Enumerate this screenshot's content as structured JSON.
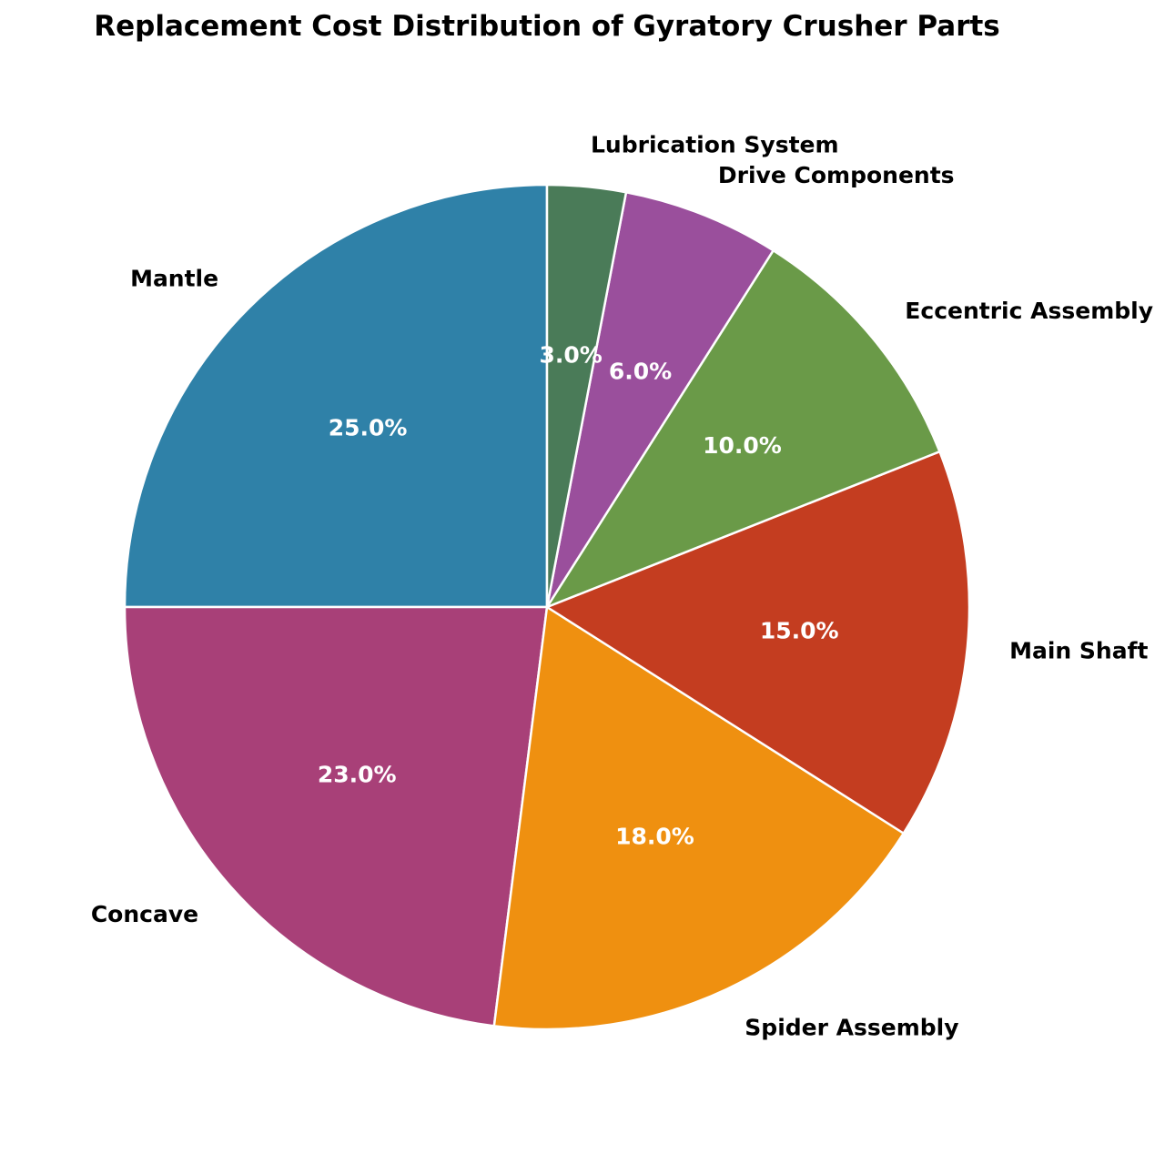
{
  "chart_data": {
    "type": "pie",
    "title": "Replacement Cost Distribution of Gyratory Crusher Parts",
    "slices": [
      {
        "label": "Mantle",
        "value": 25.0,
        "pct_label": "25.0%",
        "color": "#2f81a8"
      },
      {
        "label": "Concave",
        "value": 23.0,
        "pct_label": "23.0%",
        "color": "#a84078"
      },
      {
        "label": "Spider Assembly",
        "value": 18.0,
        "pct_label": "18.0%",
        "color": "#ef9010"
      },
      {
        "label": "Main Shaft",
        "value": 15.0,
        "pct_label": "15.0%",
        "color": "#c43d20"
      },
      {
        "label": "Eccentric Assembly",
        "value": 10.0,
        "pct_label": "10.0%",
        "color": "#6a9a48"
      },
      {
        "label": "Drive Components",
        "value": 6.0,
        "pct_label": "6.0%",
        "color": "#9a4f9c"
      },
      {
        "label": "Lubrication System",
        "value": 3.0,
        "pct_label": "3.0%",
        "color": "#4a7b58"
      }
    ],
    "start_angle": 90,
    "direction": "counterclockwise",
    "pct_distance": 0.6,
    "label_distance": 1.1,
    "title_color": "#000000",
    "category_label_color": "#000000",
    "pct_text_color": "#ffffff",
    "wedge_edge_color": "#ffffff",
    "background_color": "#ffffff",
    "legend": "none"
  }
}
